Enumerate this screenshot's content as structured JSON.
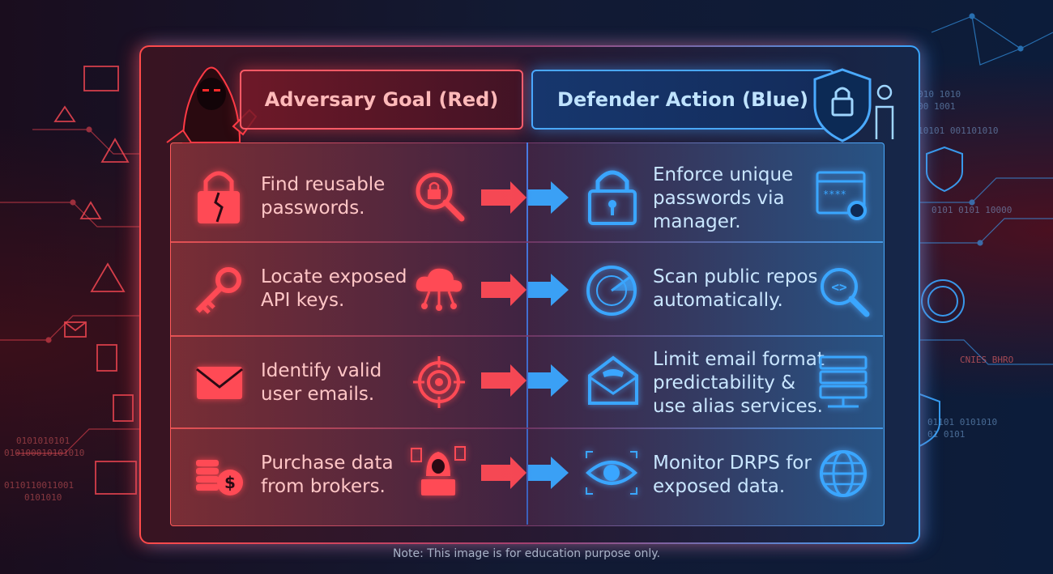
{
  "headers": {
    "adversary": "Adversary Goal (Red)",
    "defender": "Defender Action (Blue)"
  },
  "rows": [
    {
      "adversary": [
        "Find reusable",
        "passwords."
      ],
      "defender": [
        "Enforce unique",
        "passwords via",
        "manager."
      ],
      "adversary_icon": "broken-lock-icon",
      "adversary_icon2": "magnifier-lock-icon",
      "defender_icon": "padlock-icon",
      "defender_icon2": "password-settings-icon"
    },
    {
      "adversary": [
        "Locate exposed",
        "API keys."
      ],
      "defender": [
        "Scan public repos",
        "automatically."
      ],
      "adversary_icon": "key-icon",
      "adversary_icon2": "cloud-network-icon",
      "defender_icon": "radar-icon",
      "defender_icon2": "code-search-icon"
    },
    {
      "adversary": [
        "Identify valid",
        "user emails."
      ],
      "defender": [
        "Limit email format",
        "predictability &",
        "use alias services."
      ],
      "adversary_icon": "envelope-icon",
      "adversary_icon2": "target-icon",
      "defender_icon": "masked-envelope-icon",
      "defender_icon2": "server-icon"
    },
    {
      "adversary": [
        "Purchase data",
        "from brokers."
      ],
      "defender": [
        "Monitor DRPS for",
        "exposed data."
      ],
      "adversary_icon": "coins-icon",
      "adversary_icon2": "hacker-laptop-icon",
      "defender_icon": "eye-icon",
      "defender_icon2": "globe-icon"
    }
  ],
  "note": "Note: This image is for education purpose only.",
  "colors": {
    "red": "#ff4a55",
    "blue": "#3aa6ff"
  }
}
